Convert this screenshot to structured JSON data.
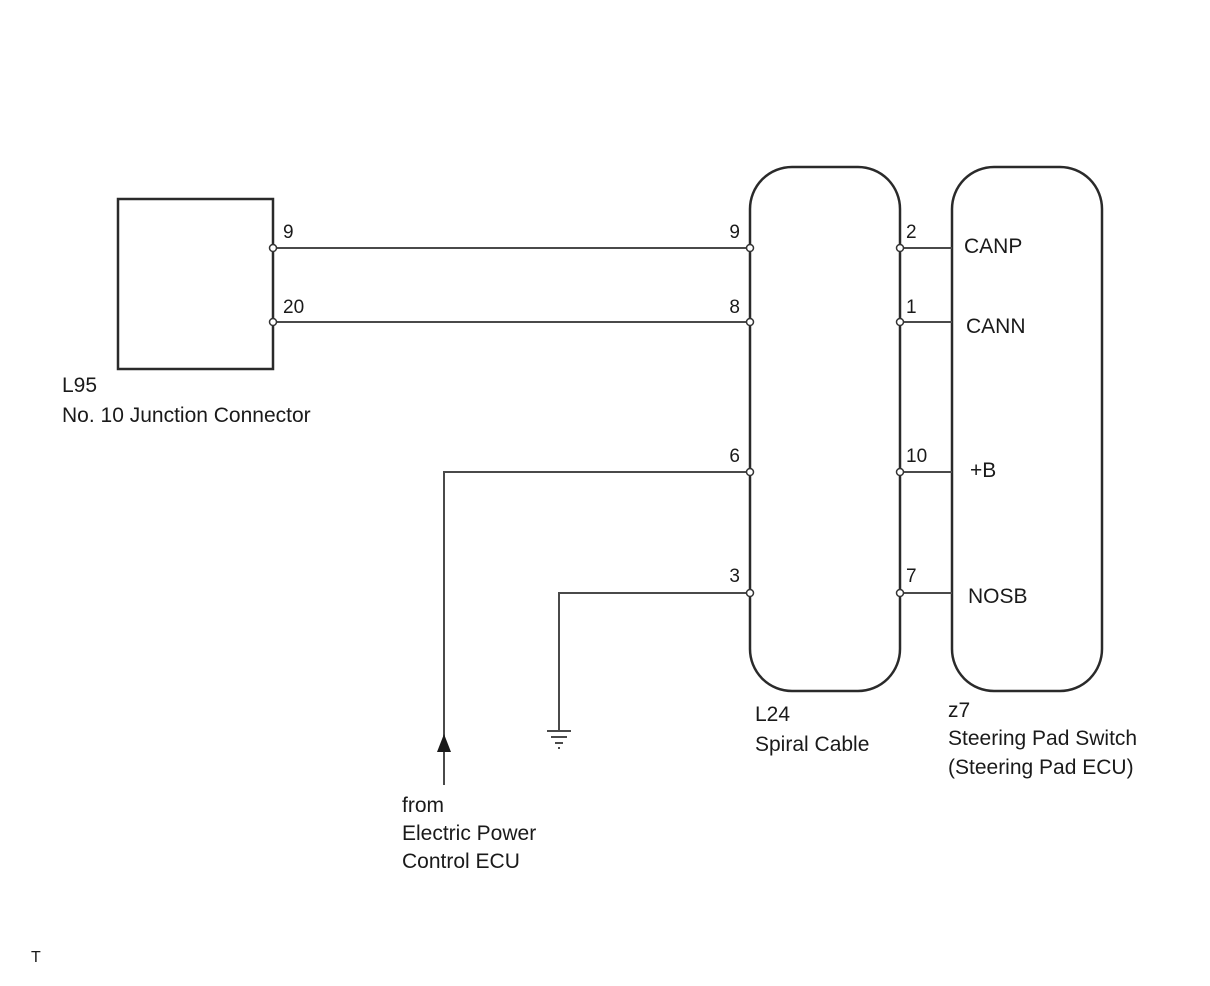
{
  "components": {
    "junction": {
      "code": "L95",
      "name": "No. 10 Junction Connector",
      "pins": [
        "9",
        "20"
      ]
    },
    "spiral": {
      "code": "L24",
      "name": "Spiral Cable",
      "pins_left": [
        "9",
        "8",
        "6",
        "3"
      ],
      "pins_right": [
        "2",
        "1",
        "10",
        "7"
      ]
    },
    "steering": {
      "code": "z7",
      "name_line1": "Steering Pad Switch",
      "name_line2": "(Steering Pad ECU)",
      "signals": [
        "CANP",
        "CANN",
        "+B",
        "NOSB"
      ]
    }
  },
  "source": {
    "line1": "from",
    "line2": "Electric Power",
    "line3": "Control ECU"
  },
  "footer": {
    "mark": "T"
  }
}
